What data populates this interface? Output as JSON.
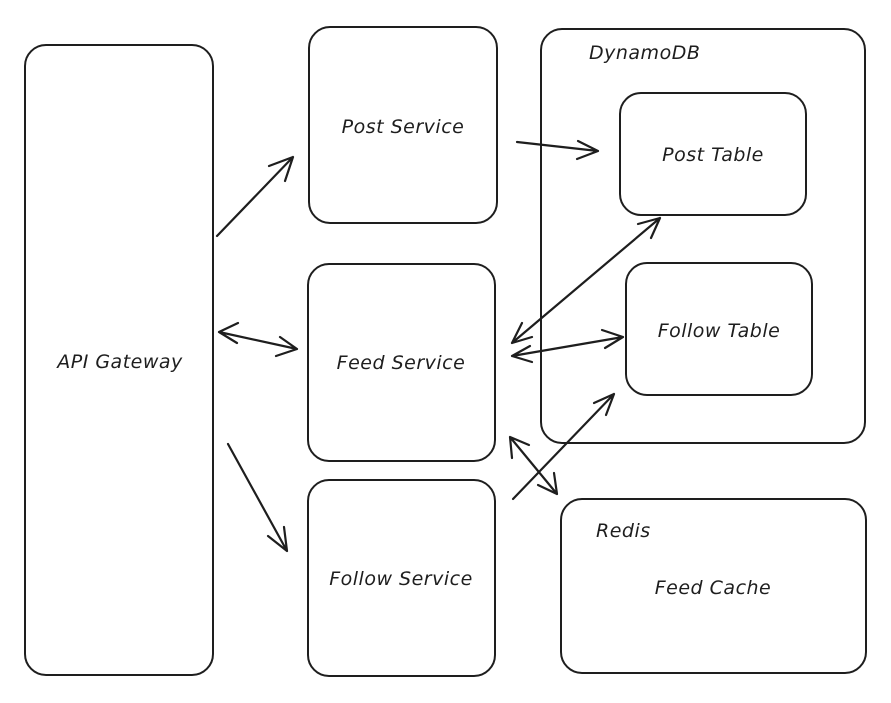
{
  "diagram": {
    "nodes": {
      "api_gateway": "API Gateway",
      "post_service": "Post Service",
      "feed_service": "Feed Service",
      "follow_service": "Follow Service",
      "post_table": "Post Table",
      "follow_table": "Follow Table",
      "feed_cache": "Feed Cache"
    },
    "groups": {
      "dynamodb": "DynamoDB",
      "redis": "Redis"
    },
    "stroke_color": "#1e1e1e",
    "background_color": "#ffffff"
  }
}
